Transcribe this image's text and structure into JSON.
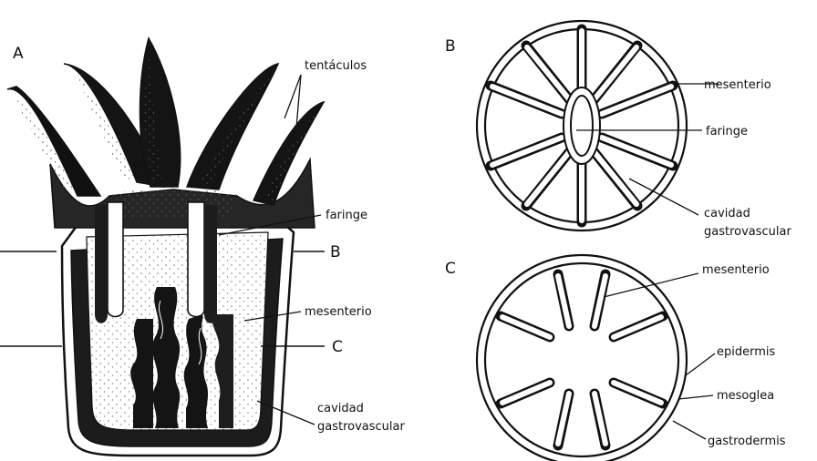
{
  "panels": {
    "a": {
      "letter": "A",
      "labels": {
        "tentaculos": "tentáculos",
        "faringe": "faringe",
        "mesenterio": "mesenterio",
        "cavidad": "cavidad",
        "gastrovascular": "gastrovascular"
      },
      "cut_b": "B",
      "cut_c": "C"
    },
    "b": {
      "letter": "B",
      "labels": {
        "mesenterio": "mesenterio",
        "faringe": "faringe",
        "cavidad": "cavidad",
        "gastrovascular": "gastrovascular"
      }
    },
    "c": {
      "letter": "C",
      "labels": {
        "mesenterio": "mesenterio",
        "epidermis": "epidermis",
        "mesoglea": "mesoglea",
        "gastrodermis": "gastrodermis"
      }
    }
  },
  "colors": {
    "ink": "#111111",
    "tissue_dark": "#1c1c1c",
    "stipple": "#555555",
    "background": "#ffffff"
  }
}
